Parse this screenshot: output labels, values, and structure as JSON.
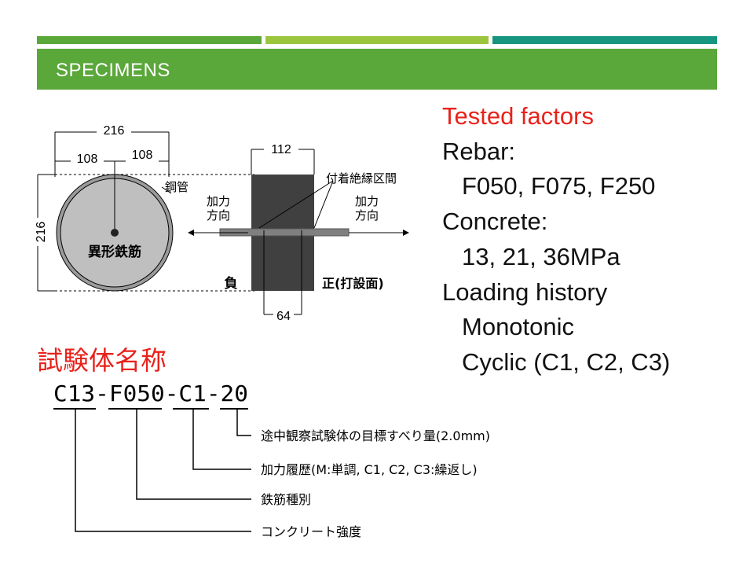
{
  "slide": {
    "title": "SPECIMENS",
    "accent_colors": [
      "#5aa73a",
      "#9bc53d",
      "#16967f"
    ]
  },
  "factors": {
    "heading": "Tested factors",
    "rebar_label": "Rebar:",
    "rebar_values": "F050, F075, F250",
    "concrete_label": "Concrete:",
    "concrete_values": "13, 21, 36MPa",
    "loading_label": "Loading history",
    "loading_monotonic": "Monotonic",
    "loading_cyclic": "Cyclic (C1, C2, C3)"
  },
  "figure": {
    "dim_total_width": "216",
    "dim_half_left": "108",
    "dim_half_right": "108",
    "dim_height": "216",
    "steel_pipe_label": "鋼管",
    "rebar_label": "異形鉄筋",
    "block_width": "112",
    "bond_length": "64",
    "unbonded_zone_label": "付着絶縁区間",
    "load_dir_left_1": "加力",
    "load_dir_left_2": "方向",
    "load_dir_right_1": "加力",
    "load_dir_right_2": "方向",
    "negative_label": "負",
    "positive_label": "正(打設面)"
  },
  "naming": {
    "title": "試験体名称",
    "code": "C13-F050-C1-20",
    "label_slip": "途中観察試験体の目標すべり量(2.0mm)",
    "label_history": "加力履歴(M:単調, C1, C2, C3:繰返し)",
    "label_rebar": "鉄筋種別",
    "label_concrete": "コンクリート強度"
  }
}
